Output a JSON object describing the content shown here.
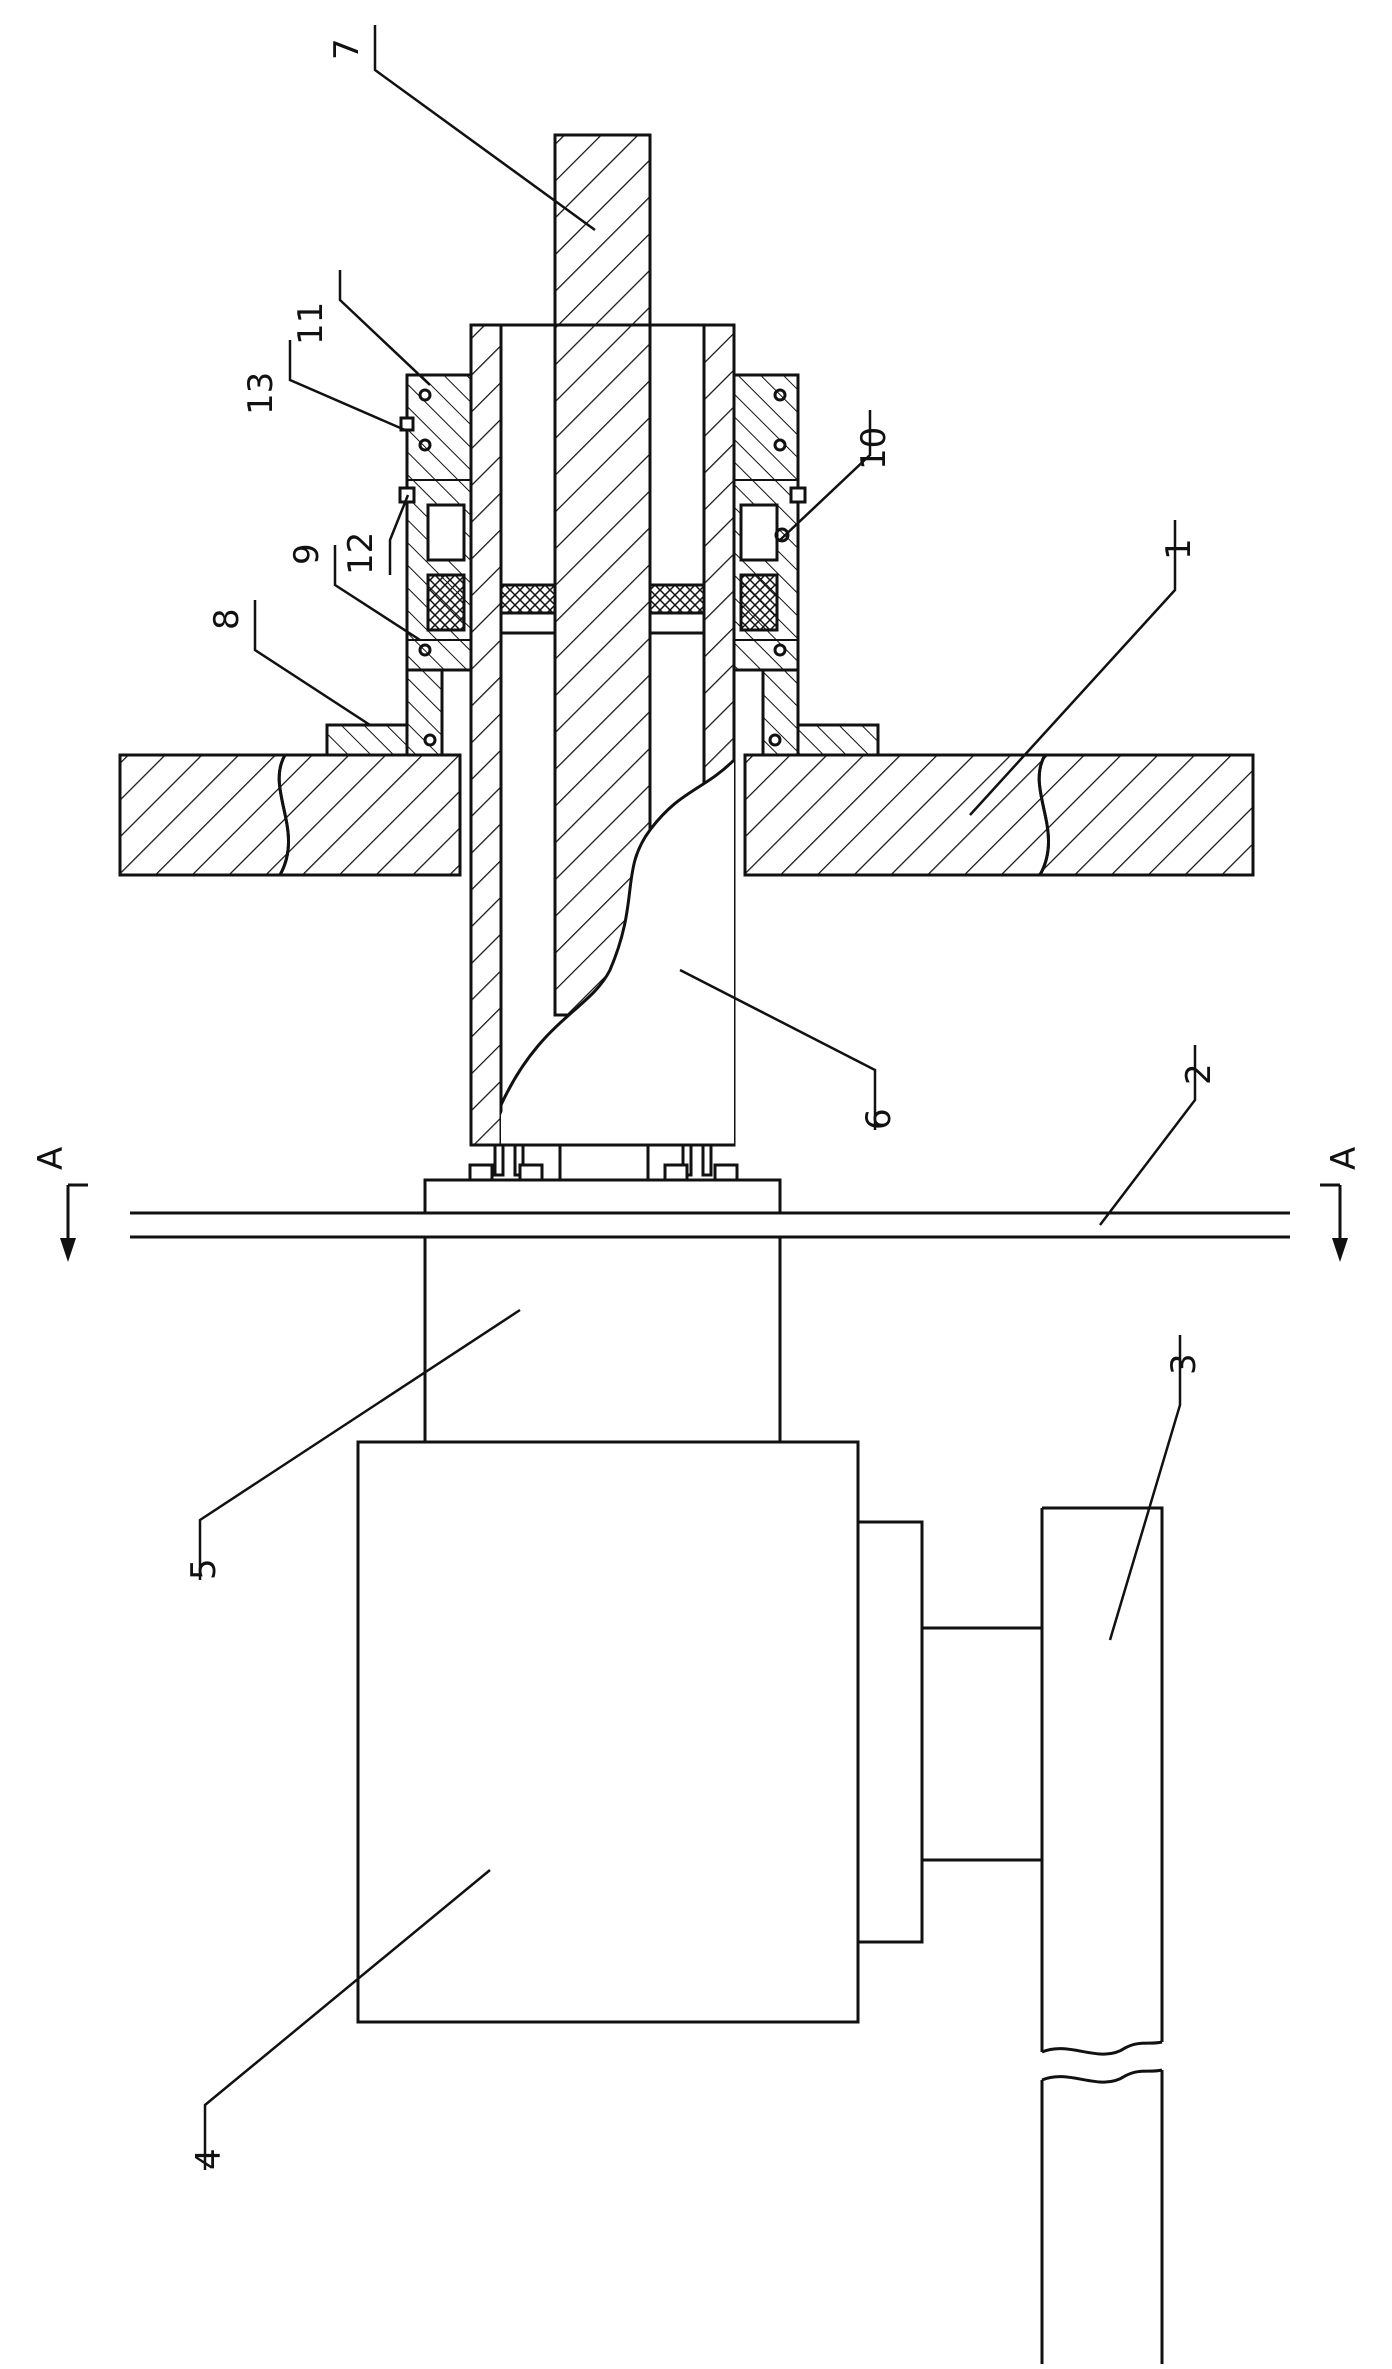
{
  "figure": {
    "section_marker": "A",
    "part_numbers": [
      "1",
      "2",
      "3",
      "4",
      "5",
      "6",
      "7",
      "8",
      "9",
      "10",
      "11",
      "12",
      "13"
    ]
  }
}
